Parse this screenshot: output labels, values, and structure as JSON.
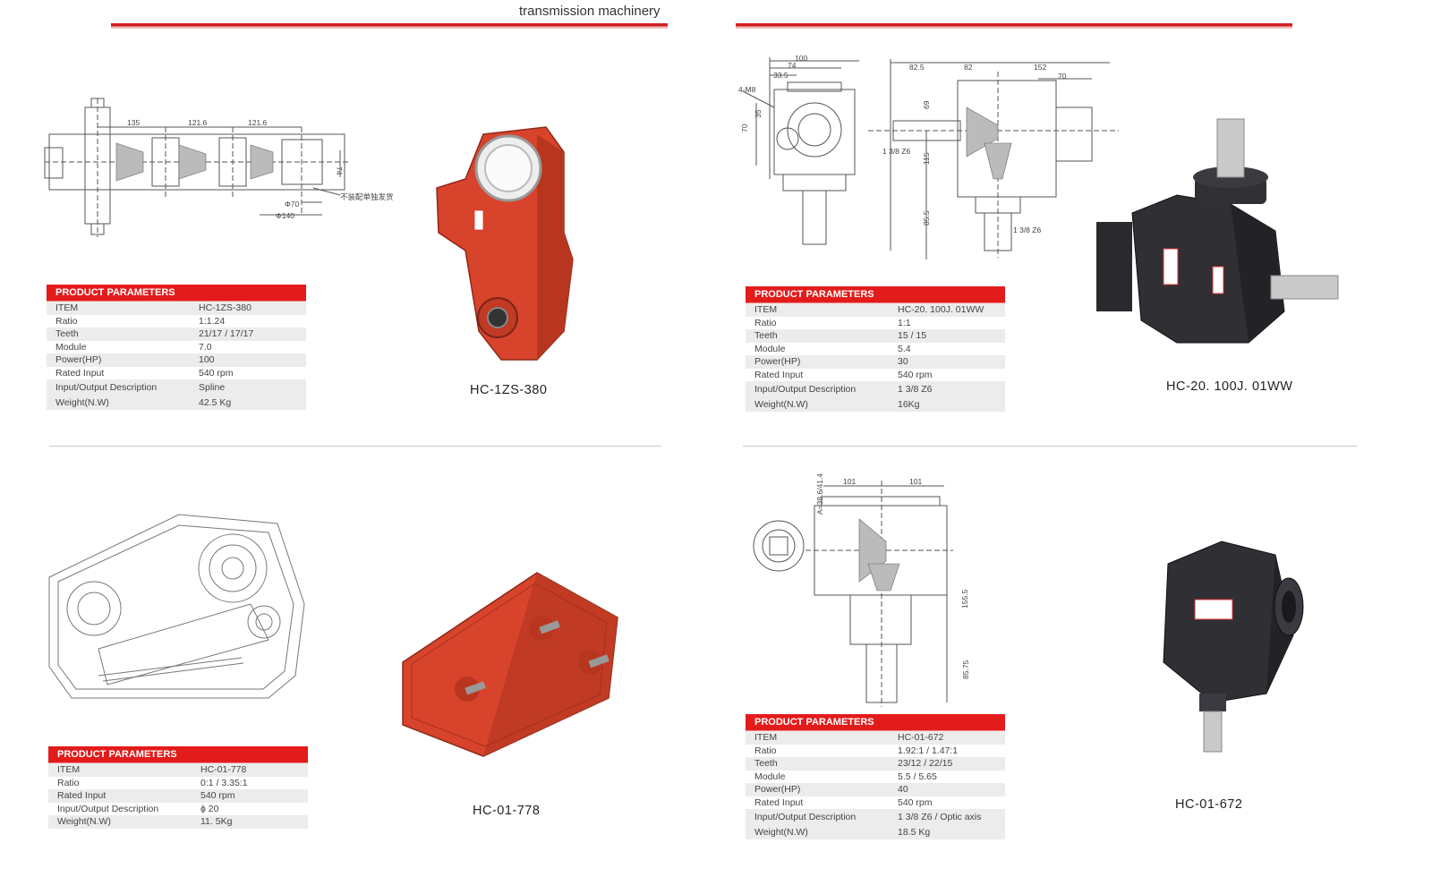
{
  "header": {
    "title": "transmission machinery"
  },
  "colors": {
    "accent": "#e31b1b",
    "housing_red": "#d8432b",
    "housing_black": "#2a2a2e"
  },
  "products": [
    {
      "model": "HC-1ZS-380",
      "section_title": "PRODUCT PARAMETERS",
      "rows": [
        {
          "k": "ITEM",
          "v": "HC-1ZS-380"
        },
        {
          "k": "Ratio",
          "v": "1:1.24"
        },
        {
          "k": "Teeth",
          "v": "21/17 / 17/17"
        },
        {
          "k": "Module",
          "v": "7.0"
        },
        {
          "k": "Power(HP)",
          "v": "100"
        },
        {
          "k": "Rated Input",
          "v": "540 rpm"
        },
        {
          "k": "Input/Output Description",
          "v": "Spline"
        },
        {
          "k": "Weight(N.W)",
          "v": "42.5 Kg"
        }
      ],
      "drawing": {
        "d1": "135",
        "d2": "121.6",
        "d3": "121.6",
        "d4": "74",
        "d5": "Φ70",
        "d6": "Φ140",
        "note": "不装配单独发货"
      }
    },
    {
      "model": "HC-20. 100J. 01WW",
      "section_title": "PRODUCT PARAMETERS",
      "rows": [
        {
          "k": "ITEM",
          "v": "HC-20. 100J. 01WW"
        },
        {
          "k": "Ratio",
          "v": "1:1"
        },
        {
          "k": "Teeth",
          "v": "15 / 15"
        },
        {
          "k": "Module",
          "v": "5.4"
        },
        {
          "k": "Power(HP)",
          "v": "30"
        },
        {
          "k": "Rated Input",
          "v": "540 rpm"
        },
        {
          "k": "Input/Output Description",
          "v": "1 3/8 Z6"
        },
        {
          "k": "Weight(N.W)",
          "v": "16Kg"
        }
      ],
      "drawing": {
        "d1": "100",
        "d2": "74",
        "d3": "33.5",
        "d4": "4-M8",
        "d5": "35",
        "d6": "70",
        "d7": "82.5",
        "d8": "82",
        "d9": "152",
        "d10": "70",
        "d11": "69",
        "d12": "1 3/8 Z6",
        "d13": "115",
        "d14": "85.5",
        "d15": "1 3/8 Z6"
      }
    },
    {
      "model": "HC-01-778",
      "section_title": "PRODUCT PARAMETERS",
      "rows": [
        {
          "k": "ITEM",
          "v": "HC-01-778"
        },
        {
          "k": "Ratio",
          "v": "0:1 / 3.35:1"
        },
        {
          "k": "Rated Input",
          "v": "540 rpm"
        },
        {
          "k": "Input/Output Description",
          "v": "ϕ 20"
        },
        {
          "k": "Weight(N.W)",
          "v": "11. 5Kg"
        }
      ]
    },
    {
      "model": "HC-01-672",
      "section_title": "PRODUCT PARAMETERS",
      "rows": [
        {
          "k": "ITEM",
          "v": "HC-01-672"
        },
        {
          "k": "Ratio",
          "v": "1.92:1 / 1.47:1"
        },
        {
          "k": "Teeth",
          "v": "23/12 / 22/15"
        },
        {
          "k": "Module",
          "v": "5.5 / 5.65"
        },
        {
          "k": "Power(HP)",
          "v": "40"
        },
        {
          "k": "Rated Input",
          "v": "540 rpm"
        },
        {
          "k": "Input/Output Description",
          "v": "1 3/8 Z6 / Optic axis"
        },
        {
          "k": "Weight(N.W)",
          "v": "18.5 Kg"
        }
      ],
      "drawing": {
        "d1": "101",
        "d2": "101",
        "d3": "A=38.6/41.4",
        "d4": "155.5",
        "d5": "85.75"
      }
    }
  ]
}
